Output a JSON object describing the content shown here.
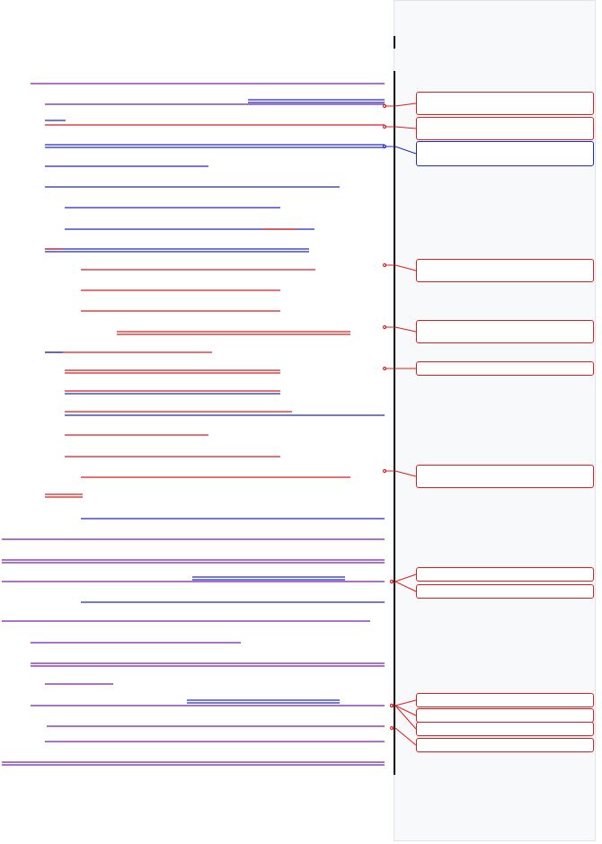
{
  "document": {
    "colors": {
      "insertion": "#d91e1e",
      "deletion": "#1f27c8",
      "mixed": "#7a1ea0",
      "rule": "#000000",
      "panel": "#f8f9fb"
    }
  },
  "comments": [
    {
      "id": 1,
      "text": "",
      "color": "#d91e1e"
    },
    {
      "id": 2,
      "text": "",
      "color": "#d91e1e"
    },
    {
      "id": 3,
      "text": "",
      "color": "#1f27c8"
    },
    {
      "id": 4,
      "text": "",
      "color": "#d91e1e"
    },
    {
      "id": 5,
      "text": "",
      "color": "#d91e1e"
    },
    {
      "id": 6,
      "text": "",
      "color": "#d91e1e"
    },
    {
      "id": 7,
      "text": "",
      "color": "#d91e1e"
    },
    {
      "id": 8,
      "text": "",
      "color": "#d91e1e"
    },
    {
      "id": 9,
      "text": "",
      "color": "#d91e1e"
    },
    {
      "id": 10,
      "text": "",
      "color": "#d91e1e"
    },
    {
      "id": 11,
      "text": "",
      "color": "#d91e1e"
    },
    {
      "id": 12,
      "text": "",
      "color": "#d91e1e"
    },
    {
      "id": 13,
      "text": "",
      "color": "#d91e1e"
    }
  ]
}
